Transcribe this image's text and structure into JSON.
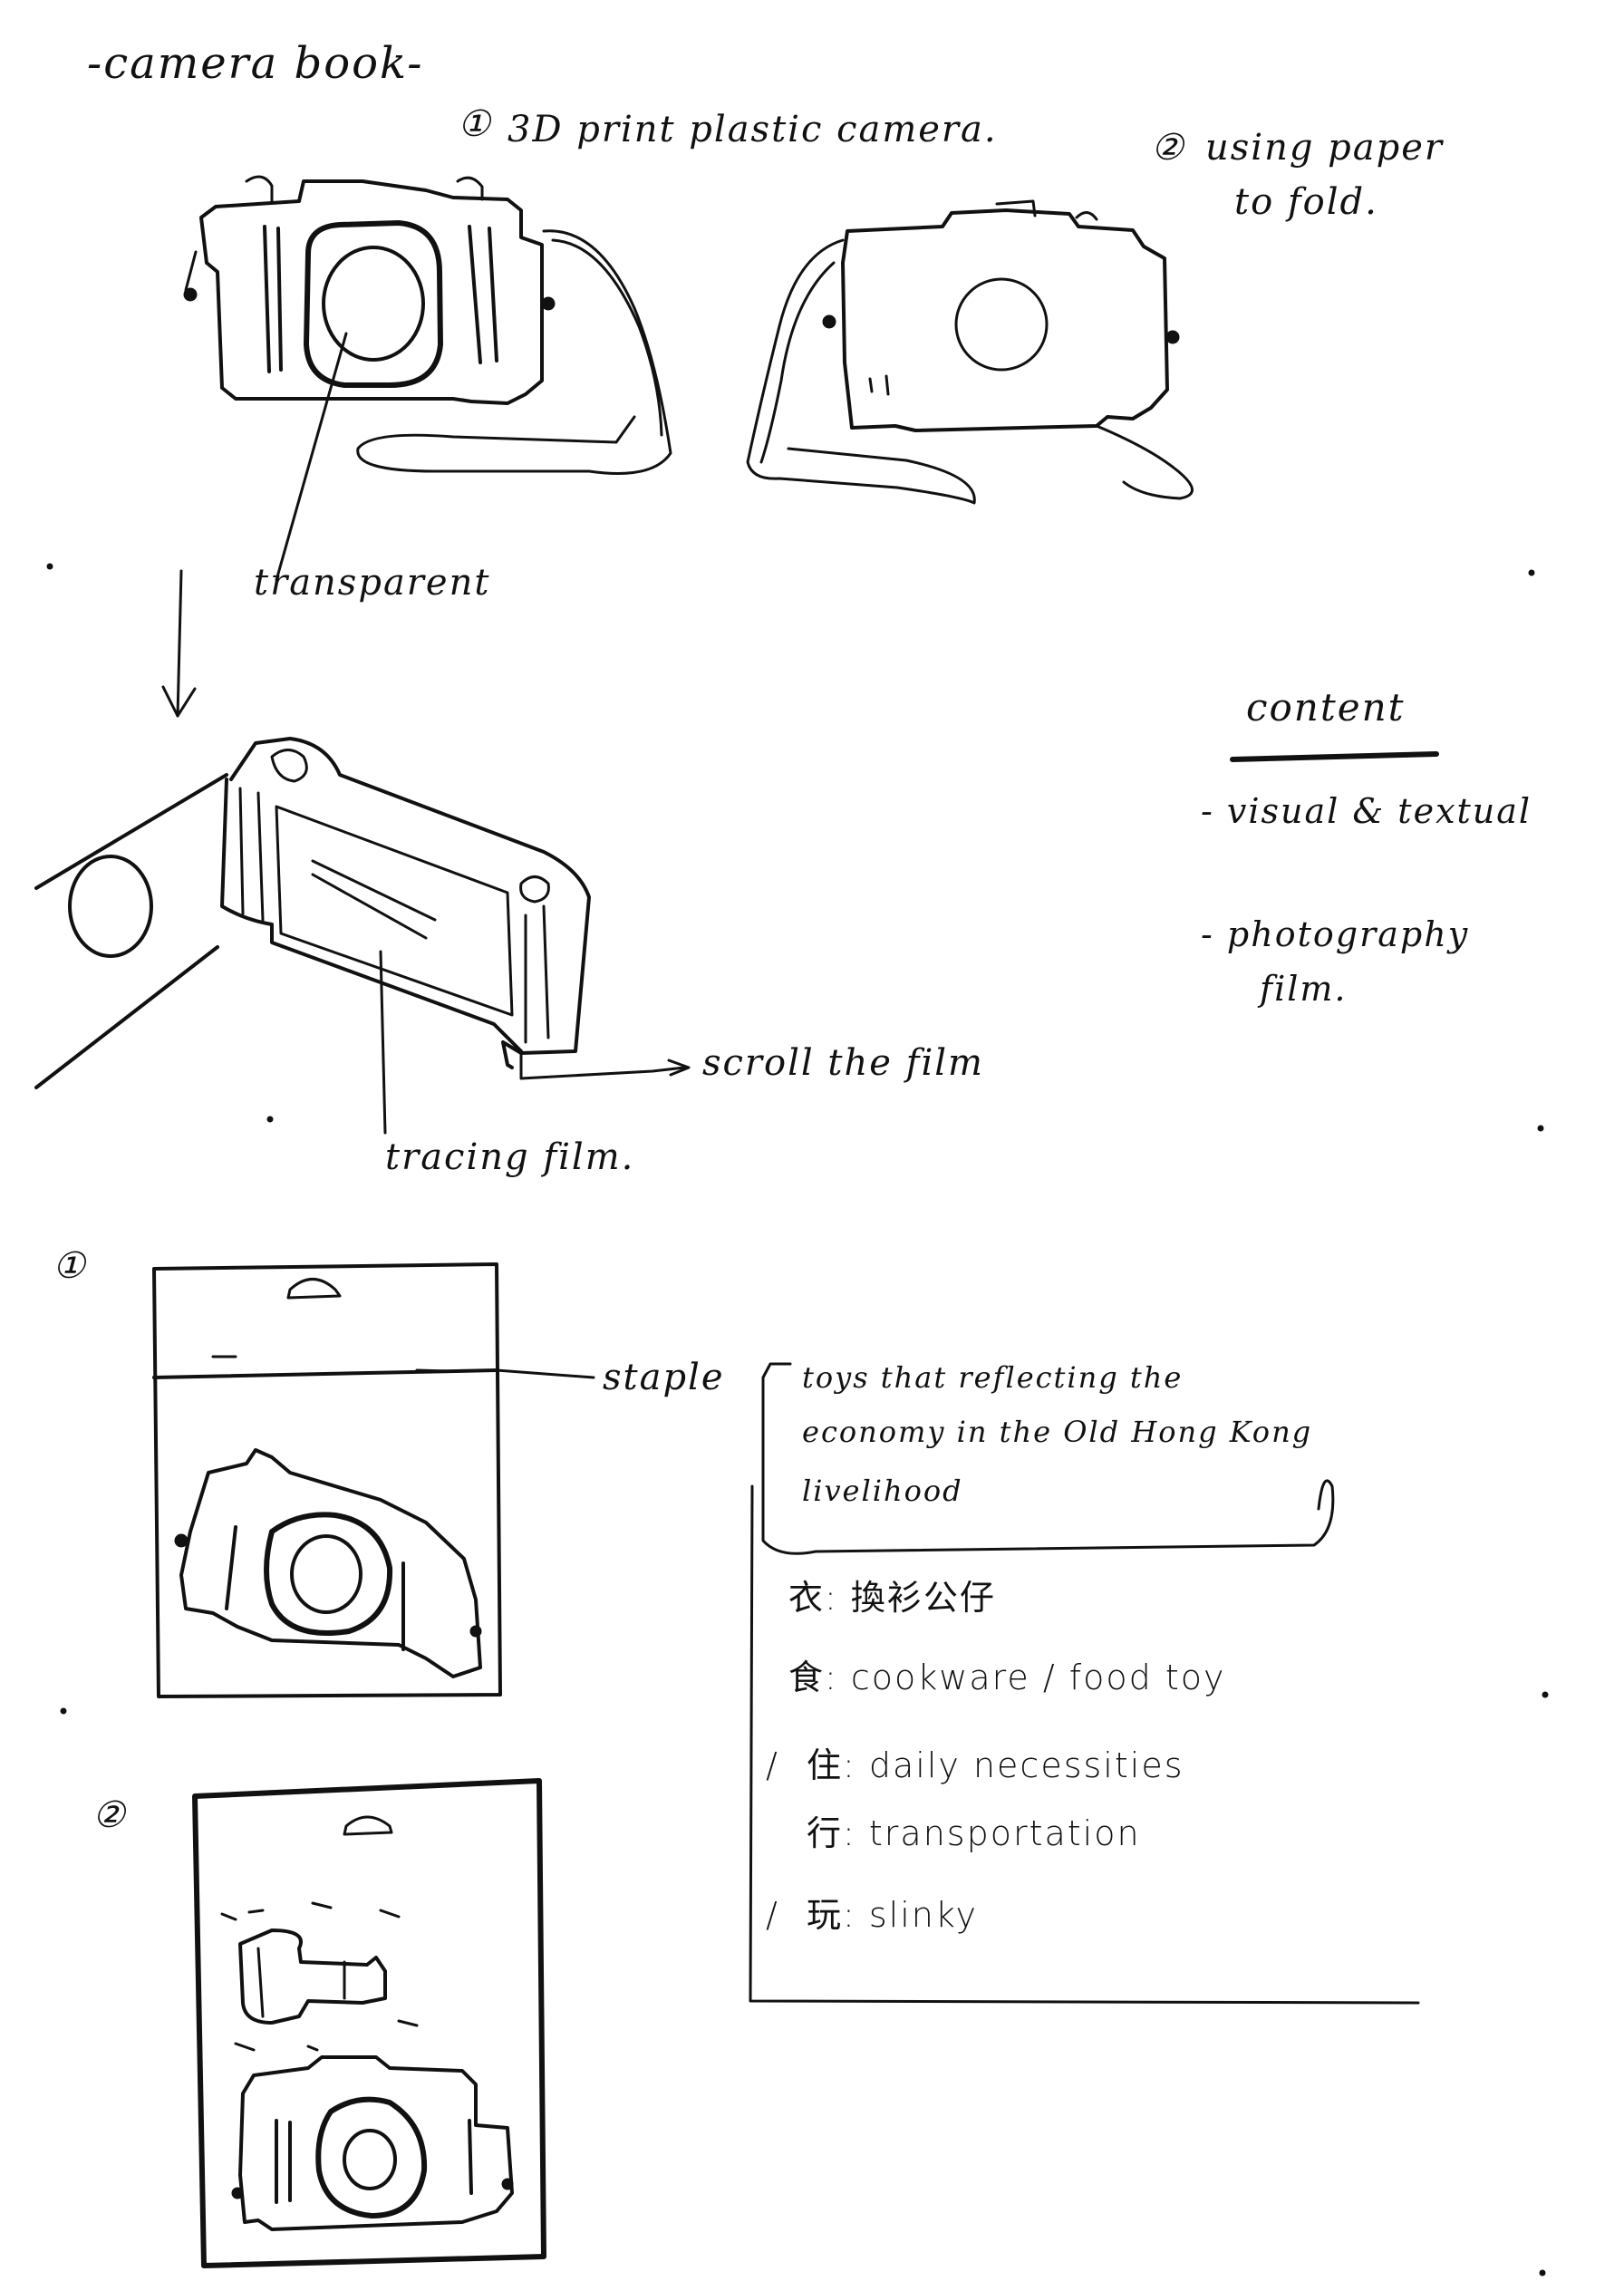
{
  "title": "-camera book-",
  "options": {
    "opt1": {
      "marker": "①",
      "text": "3D print plastic camera."
    },
    "opt2": {
      "marker": "②",
      "line1": "using paper",
      "line2": "to fold."
    }
  },
  "labels": {
    "transparent": "transparent",
    "scroll_film": "scroll the film",
    "tracing_film": "tracing film.",
    "staple": "staple"
  },
  "content_box": {
    "heading": "content",
    "item1": "- visual & textual",
    "item2_line1": "- photography",
    "item2_line2": "film."
  },
  "packages": {
    "pkg1_marker": "①",
    "pkg2_marker": "②"
  },
  "toys_note": {
    "line1": "toys that reflecting the",
    "line2": "economy in the Old Hong Kong",
    "line3": "livelihood",
    "items": [
      {
        "prefix": "",
        "text": "衣: 換衫公仔"
      },
      {
        "prefix": "",
        "text": "食: cookware / food toy"
      },
      {
        "prefix": "/",
        "text": "住: daily necessities"
      },
      {
        "prefix": "",
        "text": "行: transportation"
      },
      {
        "prefix": "/",
        "text": "玩: slinky"
      }
    ]
  }
}
